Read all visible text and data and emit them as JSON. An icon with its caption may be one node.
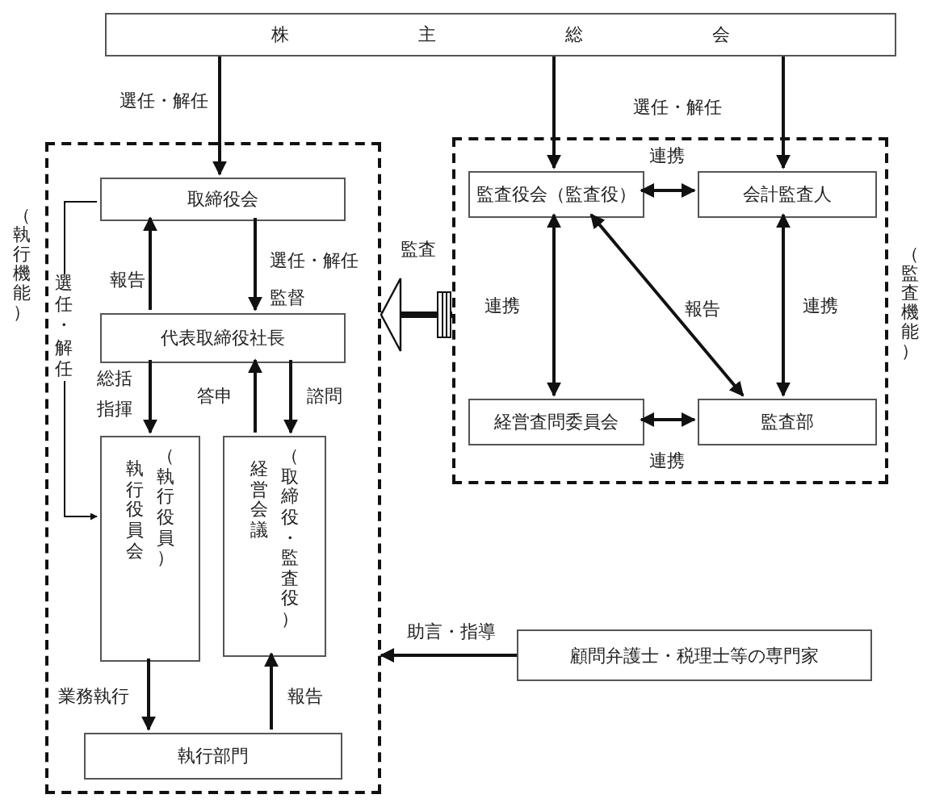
{
  "diagram": {
    "nodes": [
      {
        "text": [
          "株主総会"
        ]
      },
      {
        "text": [
          "（執行機能）"
        ]
      },
      {
        "text": [
          "取締役会"
        ],
        "in": 1
      },
      {
        "text": [
          "代表取締役社長"
        ],
        "in": 1
      },
      {
        "text": [
          "執行役員会",
          "（執行役員）"
        ],
        "in": 1
      },
      {
        "text": [
          "経営会議",
          "（取締役・監査役）"
        ],
        "in": 1
      },
      {
        "text": [
          "執行部門"
        ],
        "in": 1
      },
      {
        "text": [
          "（監査機能）"
        ]
      },
      {
        "text": [
          "監査役会（監査役）"
        ],
        "in": 7
      },
      {
        "text": [
          "会計監査人"
        ],
        "in": 7
      },
      {
        "text": [
          "経営査問委員会"
        ],
        "in": 7
      },
      {
        "text": [
          "監査部"
        ],
        "in": 7
      },
      {
        "text": [
          "顧問弁護士・税理士等の専門家"
        ]
      }
    ],
    "edges": [
      {
        "from": 0,
        "to": 2,
        "arrow": "to",
        "label": "選任・解任"
      },
      {
        "from": 0,
        "to": 8,
        "arrow": "to",
        "label": "選任・解任"
      },
      {
        "from": 0,
        "to": 9,
        "arrow": "to"
      },
      {
        "from": 3,
        "to": 2,
        "arrow": "to",
        "label": "報告"
      },
      {
        "from": 2,
        "to": 3,
        "arrow": "to",
        "label": "選任・解任"
      },
      {
        "from": 2,
        "to": 4,
        "arrow": "to",
        "label": "選任・解任"
      },
      {
        "from": 3,
        "to": 4,
        "arrow": "to",
        "label": "総括"
      },
      {
        "from": 5,
        "to": 3,
        "arrow": "to",
        "label": "答申"
      },
      {
        "from": 3,
        "to": 5,
        "arrow": "to",
        "label": "諮問"
      },
      {
        "from": 4,
        "to": 6,
        "arrow": "to",
        "label": "業務執行"
      },
      {
        "from": 6,
        "to": 5,
        "arrow": "to",
        "label": "報告"
      },
      {
        "from": 12,
        "to": 1,
        "arrow": "to",
        "label": "助言・指導"
      },
      {
        "from": 7,
        "to": 1,
        "arrow": "to",
        "label": "監査",
        "style": "thick"
      },
      {
        "from": 8,
        "to": 9,
        "arrow": "both",
        "label": "連携"
      },
      {
        "from": 8,
        "to": 10,
        "arrow": "both",
        "label": "連携"
      },
      {
        "from": 8,
        "to": 11,
        "arrow": "both",
        "label": "報告"
      },
      {
        "from": 9,
        "to": 11,
        "arrow": "both",
        "label": "連携"
      },
      {
        "from": 10,
        "to": 11,
        "arrow": "both",
        "label": "連携"
      }
    ],
    "labels": [
      "監督",
      "指揮"
    ]
  }
}
